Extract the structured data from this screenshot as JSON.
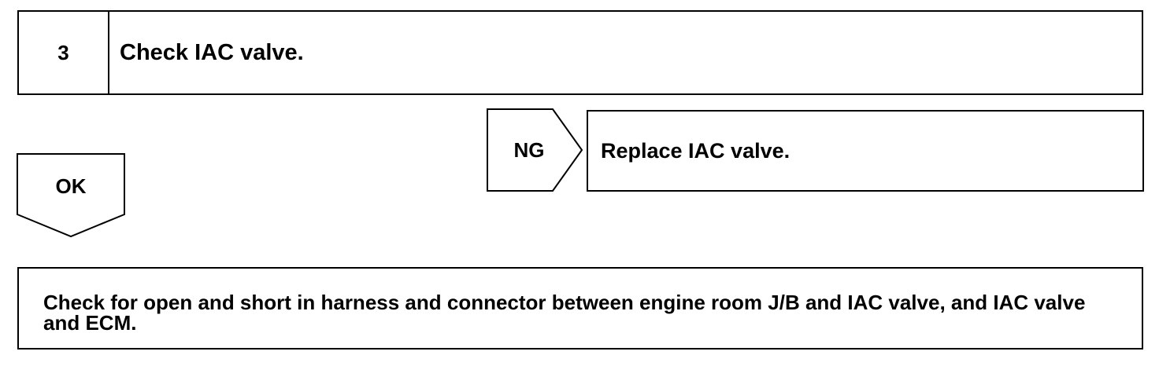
{
  "step": {
    "number": "3",
    "title": "Check IAC valve."
  },
  "ng_branch": {
    "label": "NG",
    "action": "Replace IAC valve."
  },
  "ok_branch": {
    "label": "OK",
    "action": "Check for open and short in harness and connector between engine room J/B and IAC valve, and IAC valve and ECM."
  }
}
